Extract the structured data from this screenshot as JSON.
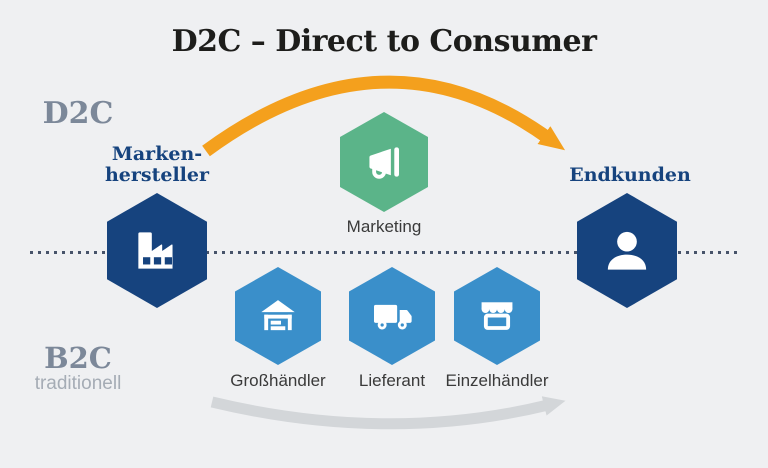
{
  "title": "D2C – Direct to Consumer",
  "left_labels": {
    "d2c": "D2C",
    "b2c": "B2C",
    "b2c_sub": "traditionell"
  },
  "nodes": {
    "manufacturer": {
      "label_line1": "Marken-",
      "label_line2": "hersteller",
      "icon": "factory-icon"
    },
    "marketing": {
      "label": "Marketing",
      "icon": "megaphone-icon"
    },
    "end_customer": {
      "label": "Endkunden",
      "icon": "person-icon"
    },
    "wholesaler": {
      "label": "Großhändler",
      "icon": "warehouse-icon"
    },
    "supplier": {
      "label": "Lieferant",
      "icon": "truck-icon"
    },
    "retailer": {
      "label": "Einzelhändler",
      "icon": "store-icon"
    }
  },
  "colors": {
    "background": "#eff0f2",
    "navy": "#16437e",
    "green": "#5bb489",
    "light_blue": "#3a8fca",
    "orange": "#f4a01d",
    "gray_arrow": "#d3d6d9",
    "gray_label": "#7c8899",
    "gray_sub": "#a5acb5",
    "dotted": "#47536a",
    "title": "#1d1d1b",
    "body_text": "#3a3a3a"
  }
}
